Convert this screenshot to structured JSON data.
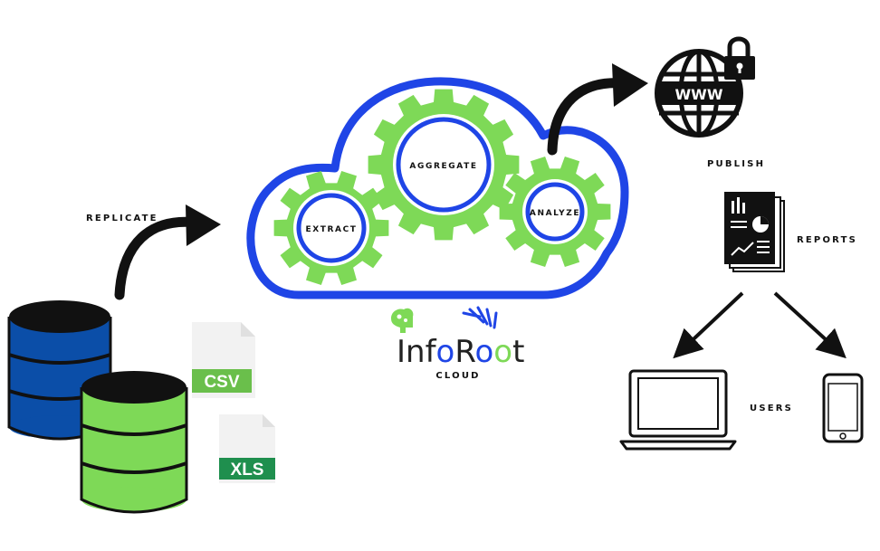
{
  "labels": {
    "replicate": "REPLICATE",
    "publish": "PUBLISH",
    "reports": "REPORTS",
    "users": "USERS"
  },
  "gears": {
    "extract": "EXTRACT",
    "aggregate": "AGGREGATE",
    "analyze": "ANALYZE"
  },
  "files": {
    "csv": "CSV",
    "xls": "XLS"
  },
  "brand": {
    "name_part1": "Inf",
    "name_o1": "o",
    "name_part2": "R",
    "name_o2": "o",
    "name_o3": "o",
    "name_part3": "t",
    "subtitle": "CLOUD"
  },
  "web": {
    "www": "WWW"
  },
  "colors": {
    "cloud_stroke": "#1f45e6",
    "gear_green": "#7ed957",
    "db_blue": "#0b4ea8",
    "db_green": "#7ed957",
    "csv_green": "#6abf4b",
    "xls_green": "#1f8f4e",
    "ink": "#111111"
  }
}
